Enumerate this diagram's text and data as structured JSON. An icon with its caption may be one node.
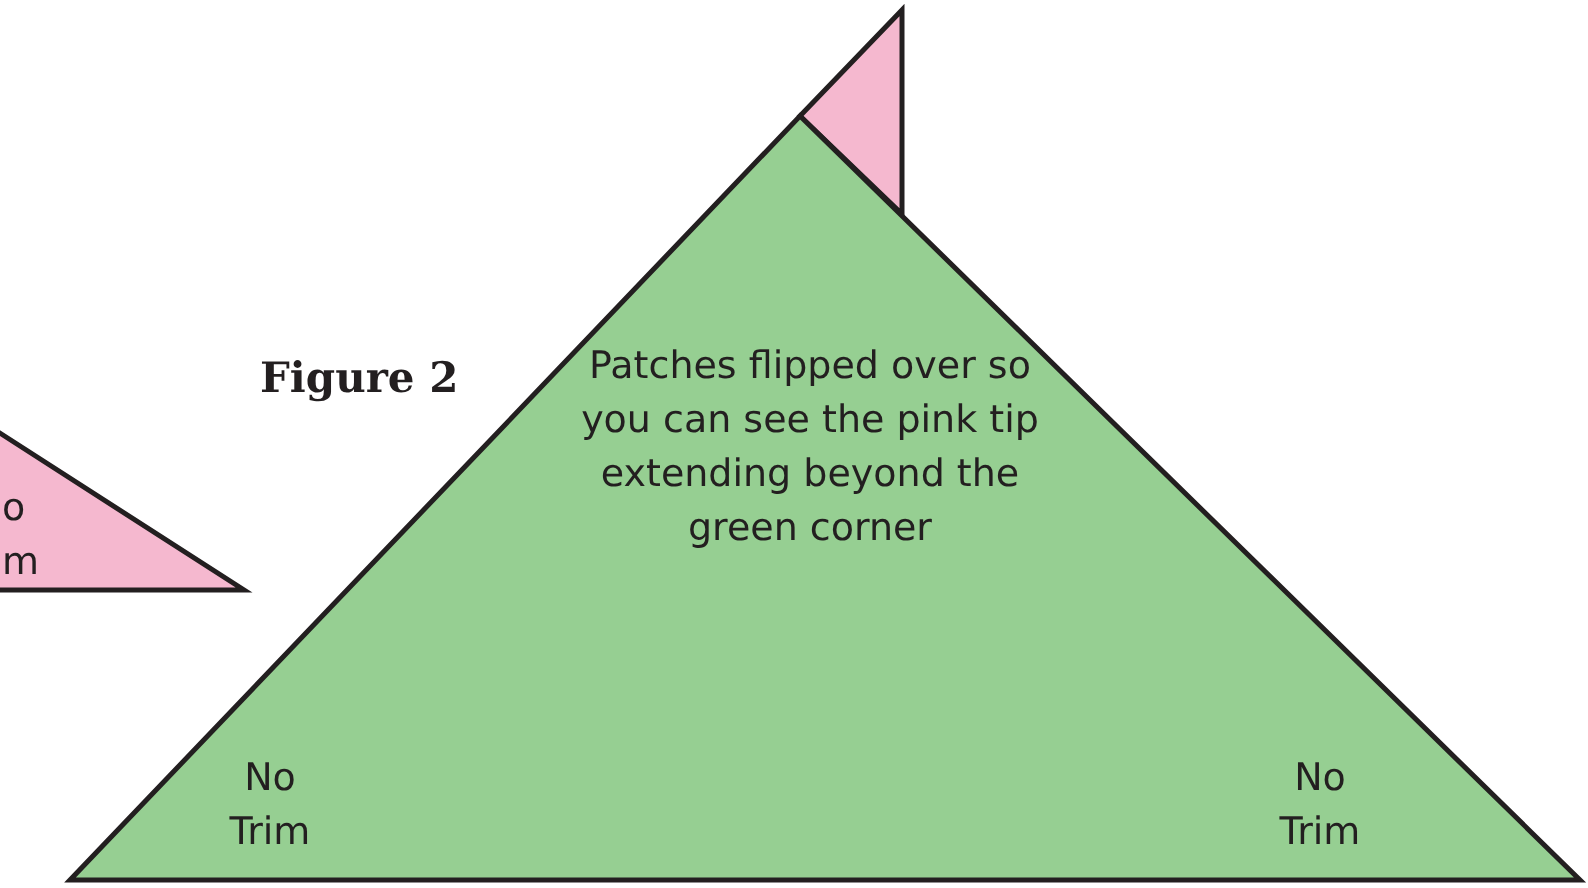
{
  "diagram": {
    "title": "Figure 2",
    "nodes": [
      {
        "text": [
          "o m"
        ]
      },
      {
        "text": [],
        "shape": "triangle"
      },
      {
        "text": [
          "Patches flipped over so you can see the pink tip extending beyond the green corner",
          "No Trim",
          "No Trim"
        ]
      }
    ]
  }
}
